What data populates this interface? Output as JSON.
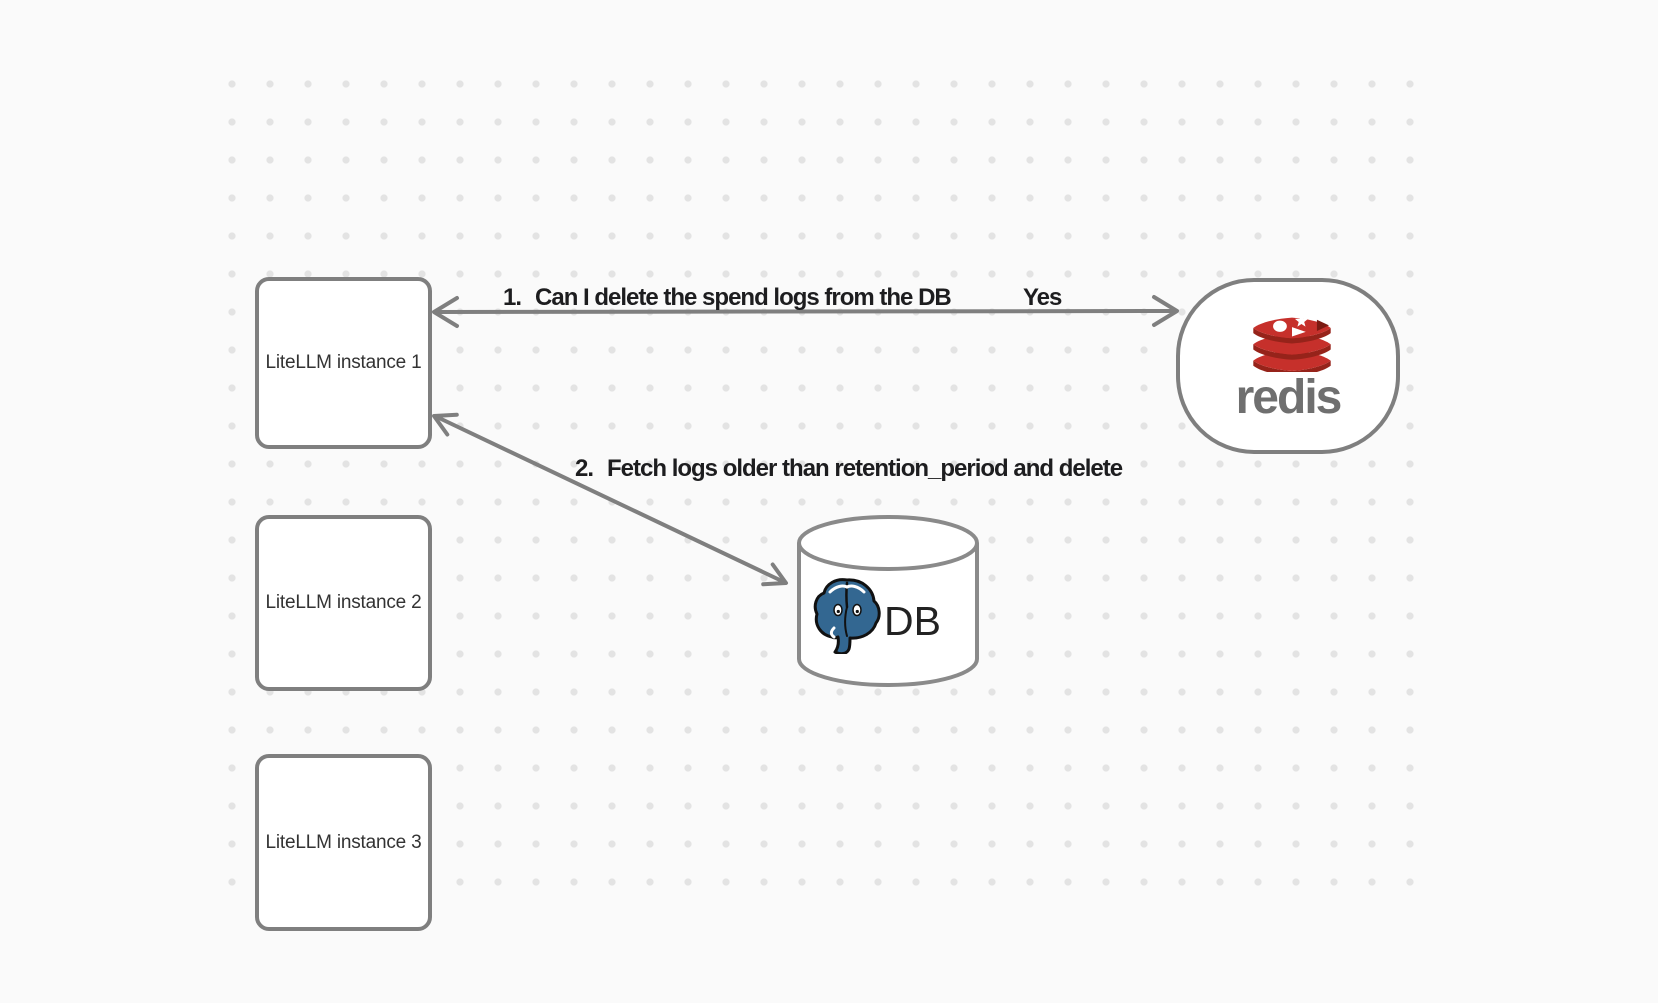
{
  "nodes": {
    "instances": [
      {
        "label": "LiteLLM instance 1"
      },
      {
        "label": "LiteLLM instance 2"
      },
      {
        "label": "LiteLLM instance 3"
      }
    ],
    "redis": {
      "wordmark": "redis",
      "icon": "redis-stack-logo"
    },
    "db": {
      "label": "DB",
      "icon": "postgresql-elephant-logo"
    }
  },
  "arrows": [
    {
      "number": "1.",
      "label": "Can I delete the spend logs from the DB",
      "response": "Yes",
      "from": "LiteLLM instance 1",
      "to": "redis",
      "style": "double-headed"
    },
    {
      "number": "2.",
      "label": "Fetch logs older than retention_period and delete",
      "from": "LiteLLM instance 1",
      "to": "DB",
      "style": "double-headed"
    }
  ],
  "colors": {
    "background": "#FAFAFA",
    "grid_dot": "#E3E3E3",
    "stroke_gray": "#7F7F7F",
    "node_fill": "#FFFFFF",
    "label_dark": "#1D1D1F",
    "box_label": "#333333",
    "redis_red": "#C6302B",
    "redis_red_dark": "#96231A",
    "redis_wordmark_gray": "#6F6F6F",
    "postgres_blue": "#336791"
  }
}
